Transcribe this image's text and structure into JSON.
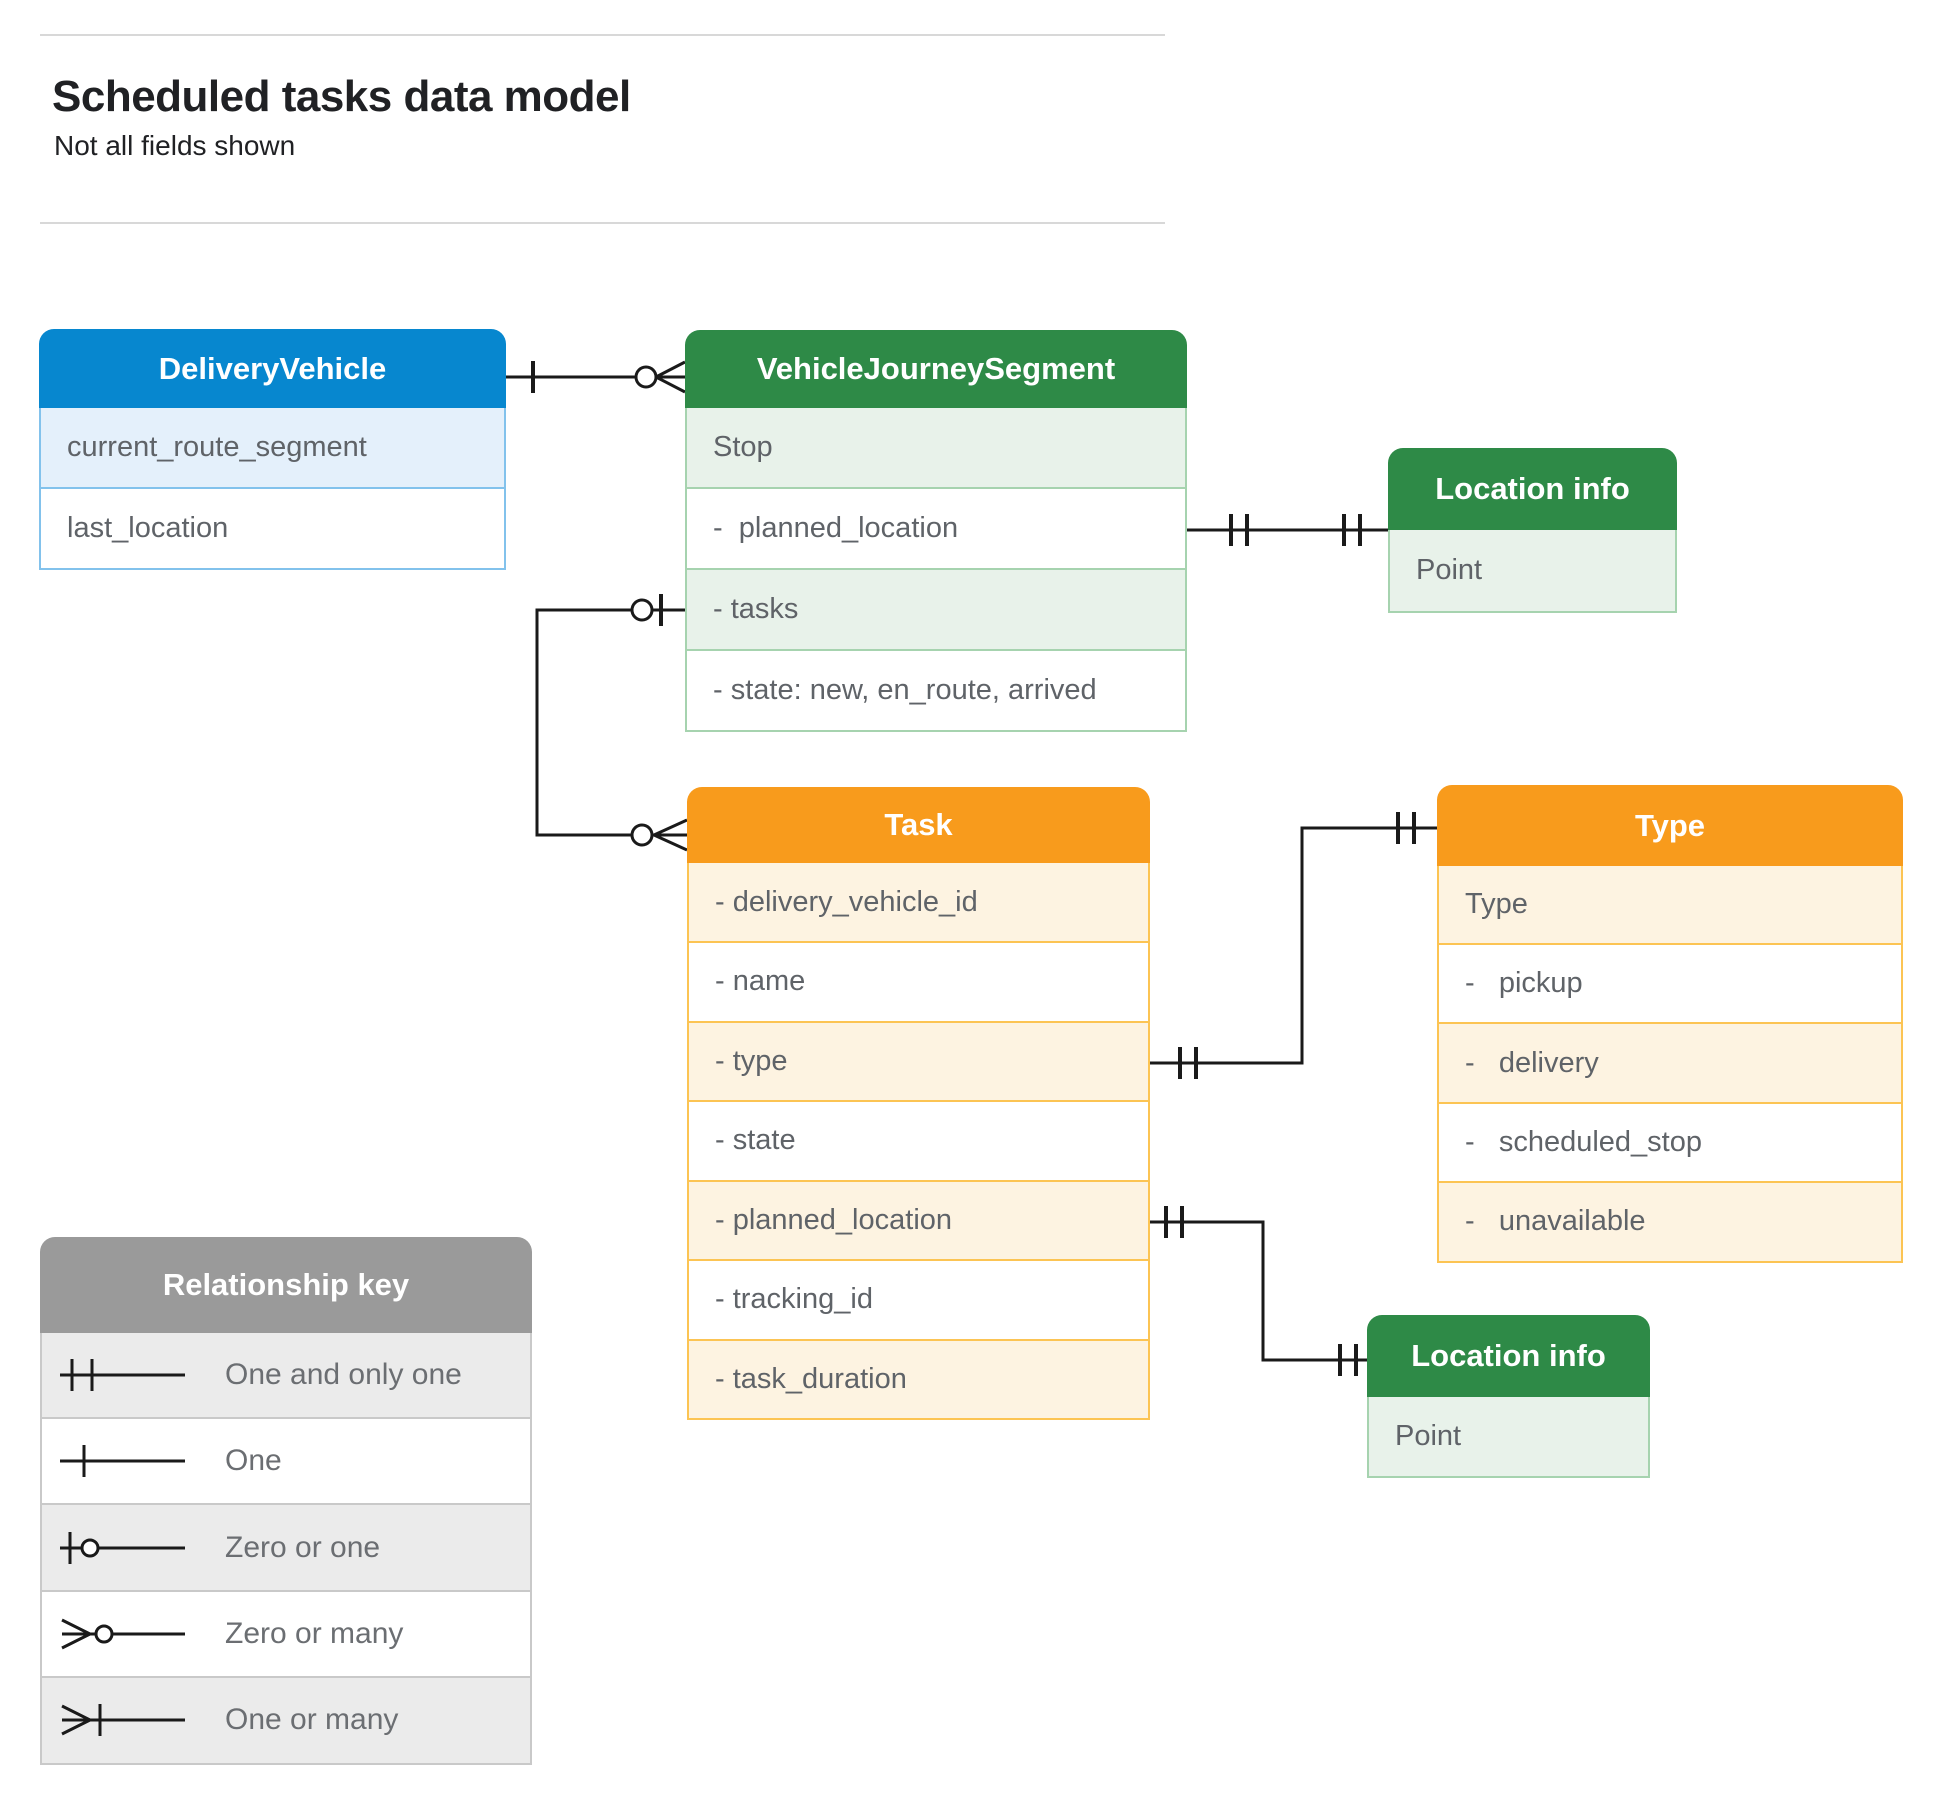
{
  "page": {
    "title": "Scheduled tasks data model",
    "subtitle": "Not all fields shown"
  },
  "colors": {
    "blue_header": "#0787cf",
    "blue_row": "#e4f0fb",
    "green_header": "#2e8a47",
    "green_row": "#e8f2ea",
    "orange_header": "#f89b1c",
    "orange_row": "#fdf3e1",
    "gray_header": "#9a9a9a",
    "gray_row": "#ebebeb",
    "field_text": "#5f6368",
    "connector": "#1a1a1a"
  },
  "entities": {
    "delivery_vehicle": {
      "title": "DeliveryVehicle",
      "fields": [
        "current_route_segment",
        "last_location"
      ]
    },
    "vehicle_journey_segment": {
      "title": "VehicleJourneySegment",
      "fields": [
        "Stop",
        "-  planned_location",
        "- tasks",
        "- state: new, en_route, arrived"
      ]
    },
    "location_info_top": {
      "title": "Location info",
      "fields": [
        "Point"
      ]
    },
    "task": {
      "title": "Task",
      "fields": [
        "- delivery_vehicle_id",
        "- name",
        "- type",
        "- state",
        "- planned_location",
        "- tracking_id",
        "- task_duration"
      ]
    },
    "type": {
      "title": "Type",
      "fields": [
        "Type",
        "-   pickup",
        "-   delivery",
        "-   scheduled_stop",
        "-   unavailable"
      ]
    },
    "location_info_bottom": {
      "title": "Location info",
      "fields": [
        "Point"
      ]
    }
  },
  "legend": {
    "title": "Relationship key",
    "items": [
      {
        "symbol": "one-and-only-one",
        "label": "One and only one"
      },
      {
        "symbol": "one",
        "label": "One"
      },
      {
        "symbol": "zero-or-one",
        "label": "Zero or one"
      },
      {
        "symbol": "zero-or-many",
        "label": "Zero or many"
      },
      {
        "symbol": "one-or-many",
        "label": "One or many"
      }
    ]
  },
  "relationships": [
    {
      "from": "DeliveryVehicle",
      "to": "VehicleJourneySegment",
      "from_cardinality": "one",
      "to_cardinality": "zero-or-many"
    },
    {
      "from": "VehicleJourneySegment.planned_location",
      "to": "Location info (top)",
      "from_cardinality": "one-and-only-one",
      "to_cardinality": "one-and-only-one"
    },
    {
      "from": "VehicleJourneySegment.tasks",
      "to": "Task",
      "from_cardinality": "zero-or-one",
      "to_cardinality": "zero-or-many"
    },
    {
      "from": "Task.type",
      "to": "Type",
      "from_cardinality": "one-and-only-one",
      "to_cardinality": "one-and-only-one"
    },
    {
      "from": "Task.planned_location",
      "to": "Location info (bottom)",
      "from_cardinality": "one-and-only-one",
      "to_cardinality": "one-and-only-one"
    }
  ]
}
